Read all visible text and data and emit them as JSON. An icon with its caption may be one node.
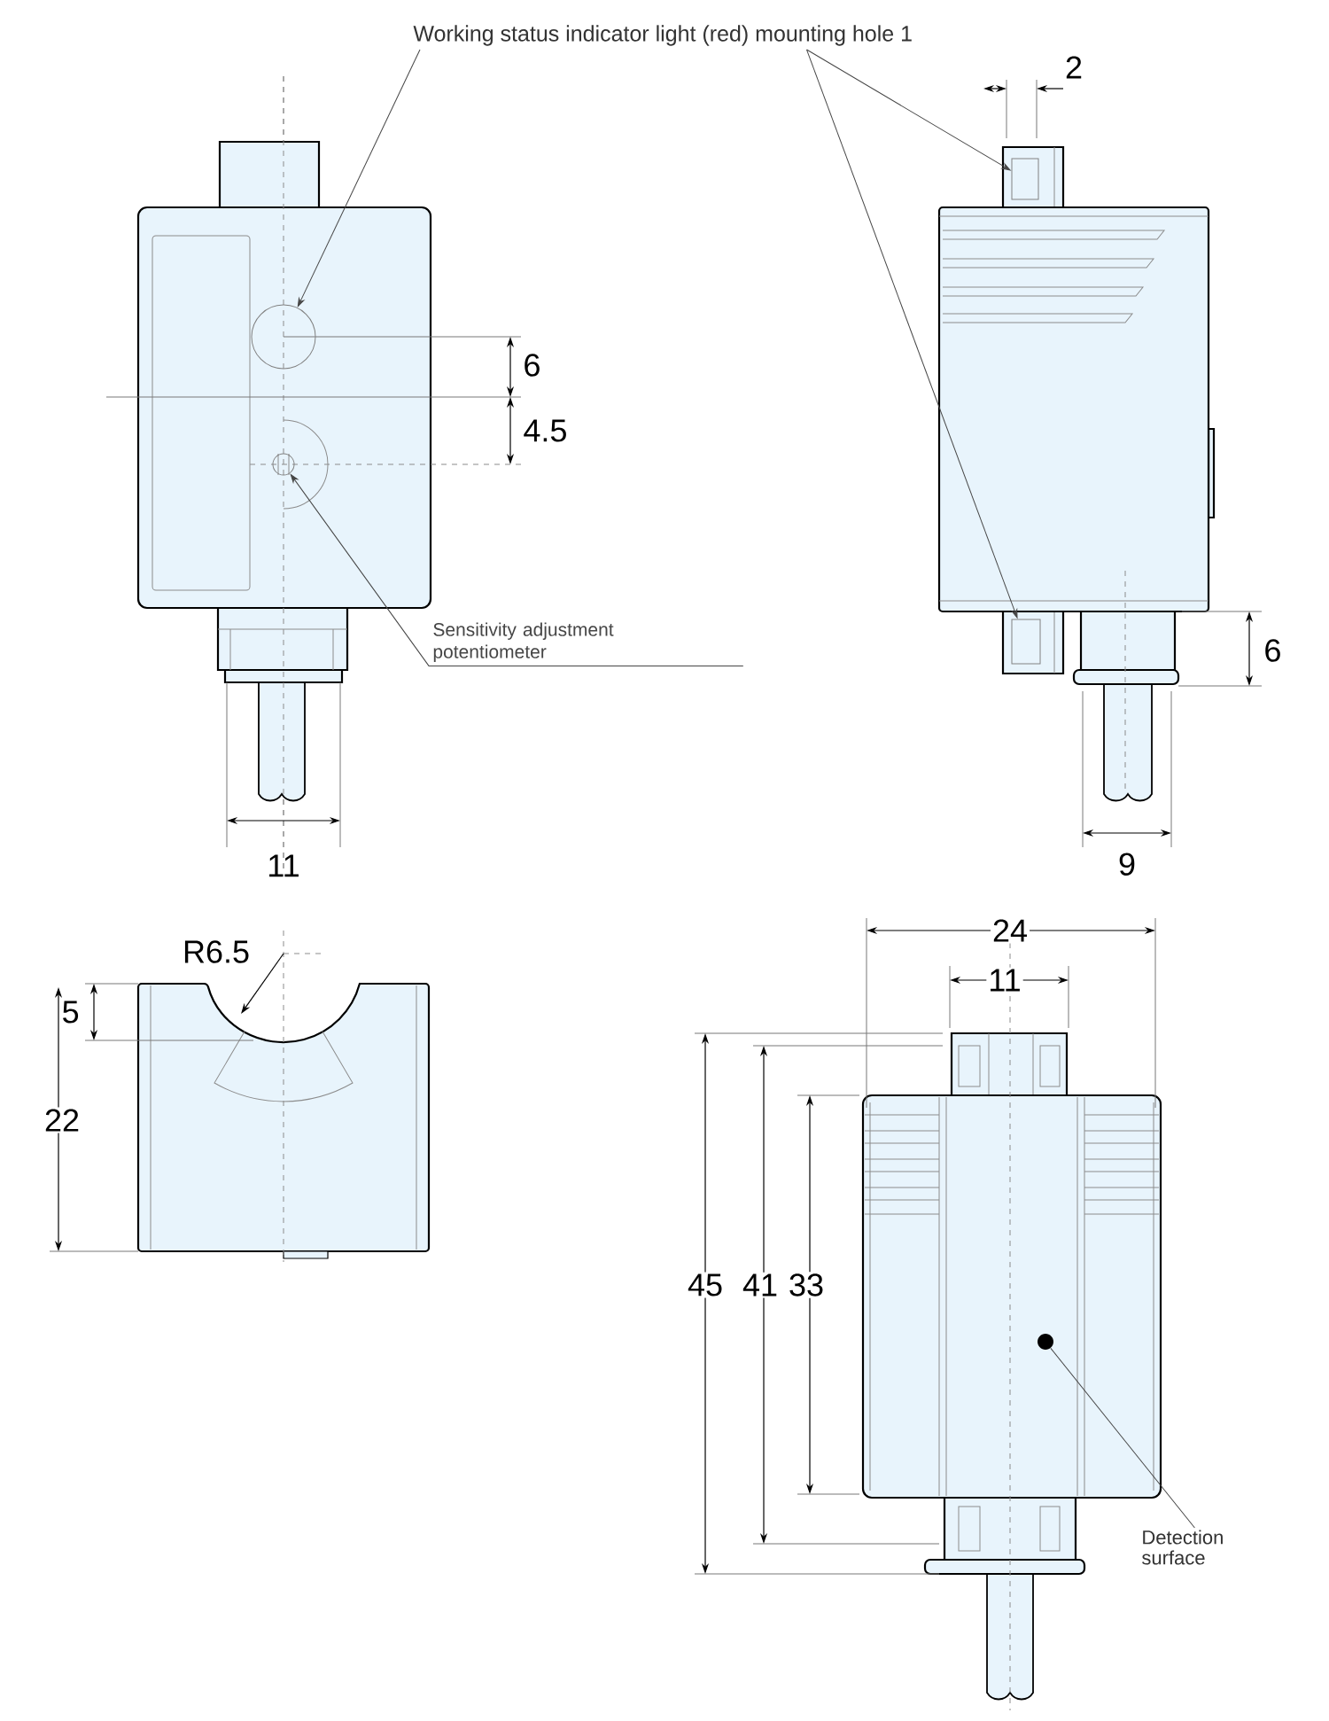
{
  "diagram": {
    "nodes": [
      {
        "text": [
          "Working status indicator light (red) mounting hole 1"
        ]
      },
      {
        "text": [],
        "shape": "circle"
      },
      {
        "text": [],
        "shape": "box"
      },
      {
        "text": [],
        "shape": "box"
      },
      {
        "text": [
          "Sensitivity adjustment potentiometer"
        ]
      },
      {
        "text": [],
        "shape": "circle"
      },
      {
        "text": [
          "Detection surface"
        ]
      },
      {
        "text": [],
        "shape": "circle"
      }
    ],
    "edges": [
      {
        "from": 0,
        "to": 1,
        "arrow": "to"
      },
      {
        "from": 0,
        "to": 2,
        "arrow": "to"
      },
      {
        "from": 0,
        "to": 3,
        "arrow": "to"
      },
      {
        "from": 4,
        "to": 5,
        "arrow": "to"
      },
      {
        "from": 6,
        "to": 7,
        "arrow": "none"
      }
    ],
    "labels": [
      "2",
      "6",
      "4.5",
      "6",
      "11",
      "9",
      "24",
      "R6.5",
      "11",
      "5",
      "22",
      "45",
      "41",
      "33"
    ]
  }
}
